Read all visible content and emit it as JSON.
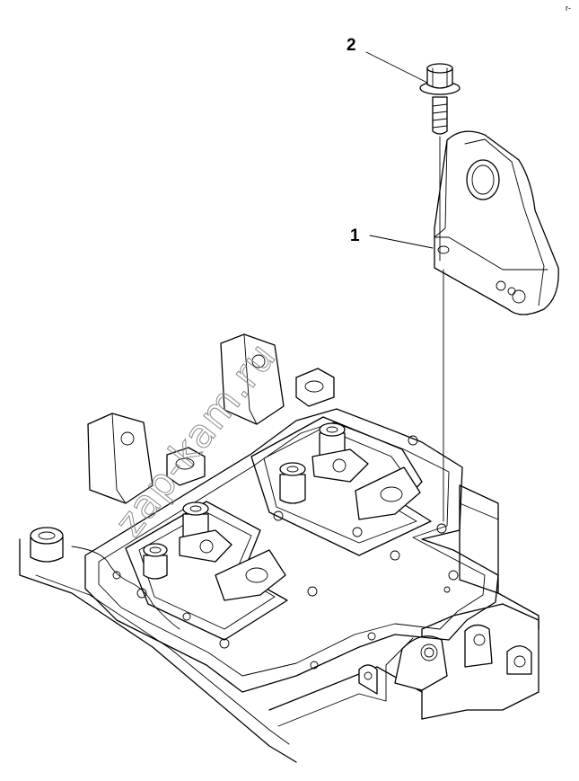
{
  "diagram": {
    "callouts": [
      {
        "number": "2",
        "part": "bolt"
      },
      {
        "number": "1",
        "part": "bracket"
      }
    ],
    "corner_mark": "r-",
    "watermark": "zap-kam.ru"
  },
  "colors": {
    "line": "#000000",
    "background": "#ffffff",
    "watermark": "#8a8a8a"
  }
}
